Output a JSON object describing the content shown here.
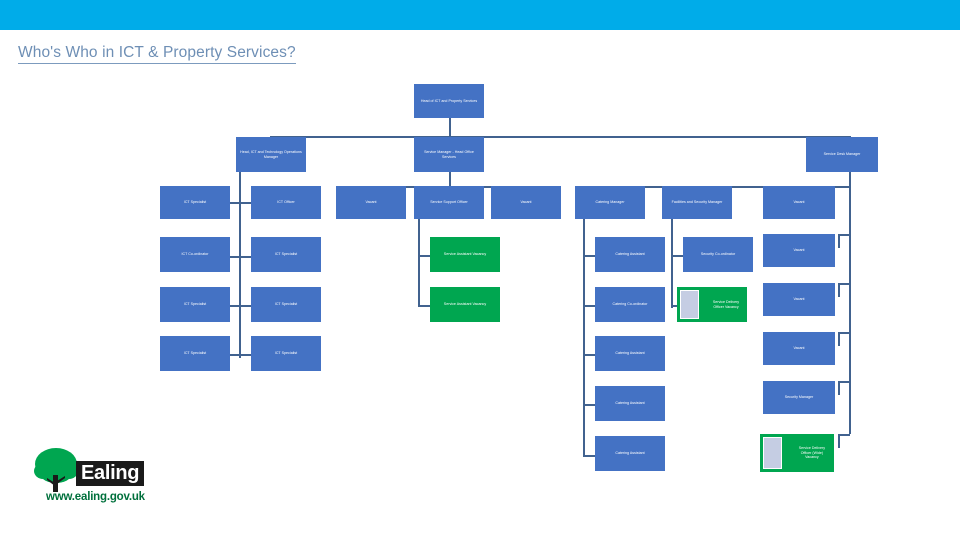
{
  "page": {
    "title": "Who's Who in ICT & Property Services?",
    "banner_color": "#00ACE9",
    "title_color": "#6E8FB5"
  },
  "palette": {
    "box_blue": "#4472C4",
    "box_green": "#00A650",
    "connector": "#41628F",
    "portrait_placeholder": "#C5CDE3"
  },
  "logo": {
    "wordmark": "Ealing",
    "url": "www.ealing.gov.uk",
    "tree_color": "#00A650",
    "url_color": "#00703C"
  },
  "chart_data": {
    "type": "diagram",
    "title": "Who's Who in ICT & Property Services?",
    "nodes": [
      {
        "id": "n0",
        "label": "Head of ICT and Property Services",
        "color": "blue",
        "level": 0
      },
      {
        "id": "n1",
        "label": "Head, ICT and Technology Operations Manager",
        "color": "blue",
        "level": 1
      },
      {
        "id": "n2",
        "label": "Service Manager - Head Office Services",
        "color": "blue",
        "level": 1
      },
      {
        "id": "n3",
        "label": "Service Desk Manager",
        "color": "blue",
        "level": 1
      },
      {
        "id": "n4",
        "label": "ICT Specialist",
        "color": "blue",
        "level": 2
      },
      {
        "id": "n5",
        "label": "ICT Officer",
        "color": "blue",
        "level": 2
      },
      {
        "id": "n6",
        "label": "Vacant",
        "color": "blue",
        "level": 2
      },
      {
        "id": "n7",
        "label": "Service Support Officer",
        "color": "blue",
        "level": 2
      },
      {
        "id": "n8",
        "label": "Vacant",
        "color": "blue",
        "level": 2
      },
      {
        "id": "n9",
        "label": "Catering Manager",
        "color": "blue",
        "level": 2
      },
      {
        "id": "n10",
        "label": "Facilities and Security Manager",
        "color": "blue",
        "level": 2
      },
      {
        "id": "n11",
        "label": "Vacant",
        "color": "blue",
        "level": 2
      },
      {
        "id": "n12",
        "label": "ICT Co-ordinator",
        "color": "blue",
        "level": 3
      },
      {
        "id": "n13",
        "label": "ICT Specialist",
        "color": "blue",
        "level": 3
      },
      {
        "id": "n14",
        "label": "Service Assistant Vacancy",
        "color": "green",
        "level": 3
      },
      {
        "id": "n15",
        "label": "Catering Assistant",
        "color": "blue",
        "level": 3
      },
      {
        "id": "n16",
        "label": "Security Co-ordinator",
        "color": "blue",
        "level": 3
      },
      {
        "id": "n17",
        "label": "Vacant",
        "color": "blue",
        "level": 3
      },
      {
        "id": "n18",
        "label": "ICT Specialist",
        "color": "blue",
        "level": 4
      },
      {
        "id": "n19",
        "label": "ICT Specialist",
        "color": "blue",
        "level": 4
      },
      {
        "id": "n20",
        "label": "Service Assistant Vacancy",
        "color": "green",
        "level": 4
      },
      {
        "id": "n21",
        "label": "Catering Co-ordinator",
        "color": "blue",
        "level": 4
      },
      {
        "id": "n22",
        "label": "Service Delivery Officer Vacancy",
        "color": "green",
        "level": 4,
        "has_portrait": true
      },
      {
        "id": "n23",
        "label": "Vacant",
        "color": "blue",
        "level": 4
      },
      {
        "id": "n24",
        "label": "ICT Specialist",
        "color": "blue",
        "level": 5
      },
      {
        "id": "n25",
        "label": "ICT Specialist",
        "color": "blue",
        "level": 5
      },
      {
        "id": "n26",
        "label": "Catering Assistant",
        "color": "blue",
        "level": 5
      },
      {
        "id": "n27",
        "label": "Vacant",
        "color": "blue",
        "level": 5
      },
      {
        "id": "n28",
        "label": "Catering Assistant",
        "color": "blue",
        "level": 6
      },
      {
        "id": "n29",
        "label": "Security Manager",
        "color": "blue",
        "level": 6
      },
      {
        "id": "n30",
        "label": "Catering Assistant",
        "color": "blue",
        "level": 7
      },
      {
        "id": "n31",
        "label": "Service Delivery Officer (Wide) Vacancy",
        "color": "green",
        "level": 7,
        "has_portrait": true
      }
    ],
    "edges": [
      [
        "n0",
        "n1"
      ],
      [
        "n0",
        "n2"
      ],
      [
        "n0",
        "n3"
      ],
      [
        "n1",
        "n4"
      ],
      [
        "n1",
        "n5"
      ],
      [
        "n1",
        "n12"
      ],
      [
        "n1",
        "n13"
      ],
      [
        "n1",
        "n18"
      ],
      [
        "n1",
        "n19"
      ],
      [
        "n1",
        "n24"
      ],
      [
        "n1",
        "n25"
      ],
      [
        "n2",
        "n6"
      ],
      [
        "n2",
        "n7"
      ],
      [
        "n2",
        "n8"
      ],
      [
        "n7",
        "n14"
      ],
      [
        "n7",
        "n20"
      ],
      [
        "n3",
        "n9"
      ],
      [
        "n3",
        "n10"
      ],
      [
        "n3",
        "n11"
      ],
      [
        "n9",
        "n15"
      ],
      [
        "n9",
        "n16"
      ],
      [
        "n9",
        "n21"
      ],
      [
        "n9",
        "n26"
      ],
      [
        "n9",
        "n30"
      ],
      [
        "n10",
        "n17"
      ],
      [
        "n10",
        "n22"
      ],
      [
        "n11",
        "n23"
      ],
      [
        "n11",
        "n27"
      ],
      [
        "n11",
        "n29"
      ],
      [
        "n11",
        "n31"
      ]
    ]
  }
}
